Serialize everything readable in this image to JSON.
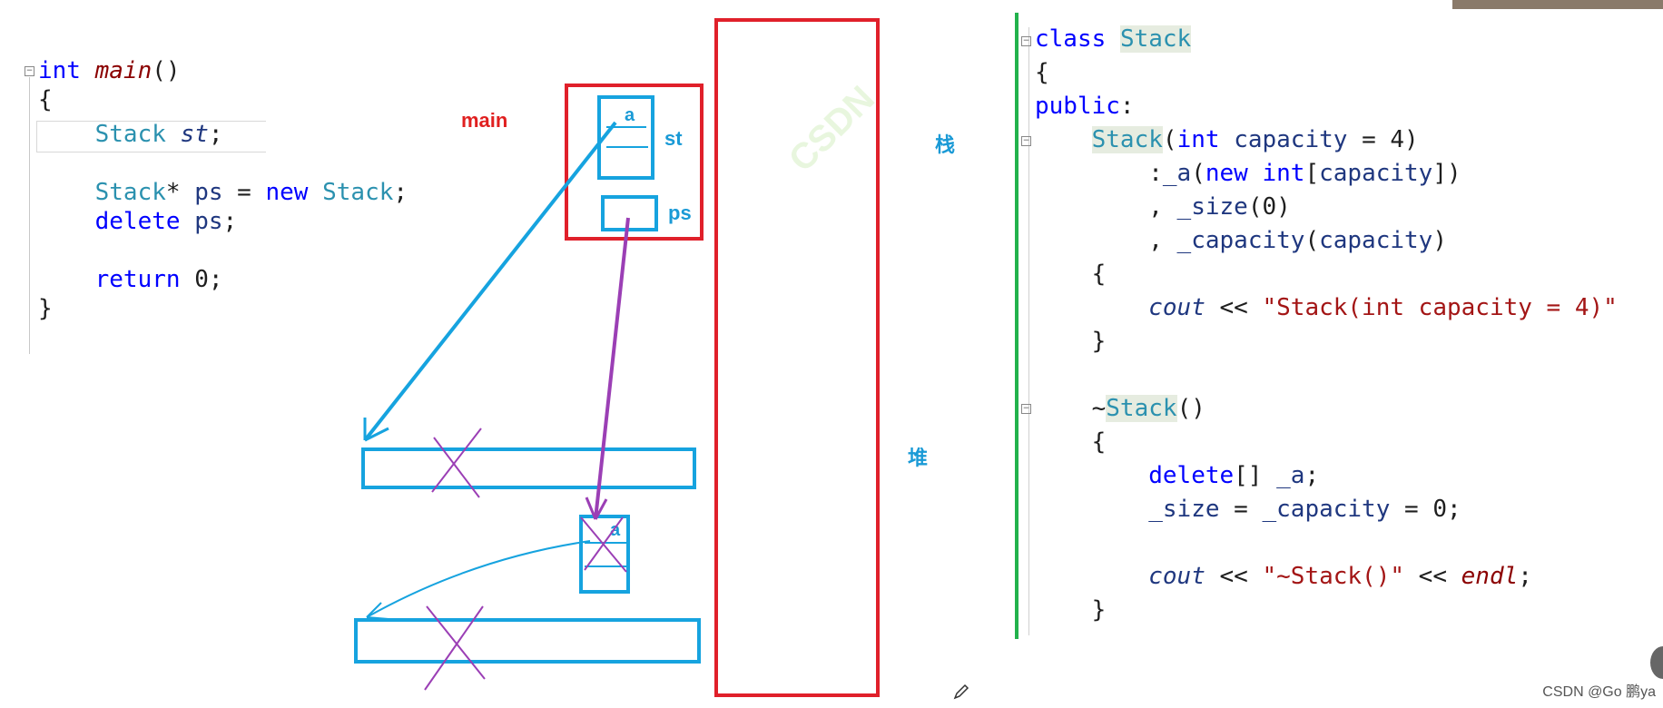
{
  "left_code": {
    "lines": [
      {
        "tokens": [
          {
            "t": "int",
            "c": "kw"
          },
          {
            "t": " "
          },
          {
            "t": "main",
            "c": "mainfn"
          },
          {
            "t": "()"
          }
        ]
      },
      {
        "tokens": [
          {
            "t": "{"
          }
        ]
      },
      {
        "tokens": [
          {
            "t": "    "
          },
          {
            "t": "Stack",
            "c": "ty"
          },
          {
            "t": " "
          },
          {
            "t": "st",
            "c": "id it"
          },
          {
            "t": ";"
          }
        ]
      },
      {
        "tokens": []
      },
      {
        "tokens": [
          {
            "t": "    "
          },
          {
            "t": "Stack",
            "c": "ty"
          },
          {
            "t": "* "
          },
          {
            "t": "ps",
            "c": "id"
          },
          {
            "t": " = "
          },
          {
            "t": "new",
            "c": "kw"
          },
          {
            "t": " "
          },
          {
            "t": "Stack",
            "c": "ty"
          },
          {
            "t": ";"
          }
        ]
      },
      {
        "tokens": [
          {
            "t": "    "
          },
          {
            "t": "delete",
            "c": "kw"
          },
          {
            "t": " "
          },
          {
            "t": "ps",
            "c": "id"
          },
          {
            "t": ";"
          }
        ]
      },
      {
        "tokens": []
      },
      {
        "tokens": [
          {
            "t": "    "
          },
          {
            "t": "return",
            "c": "kw"
          },
          {
            "t": " 0;"
          }
        ]
      },
      {
        "tokens": [
          {
            "t": "}"
          }
        ]
      }
    ]
  },
  "right_code": {
    "lines": [
      {
        "tokens": [
          {
            "t": "class",
            "c": "kw"
          },
          {
            "t": " "
          },
          {
            "t": "Stack",
            "c": "typehl"
          }
        ]
      },
      {
        "tokens": [
          {
            "t": "{"
          }
        ]
      },
      {
        "tokens": [
          {
            "t": "public",
            "c": "kw"
          },
          {
            "t": ":"
          }
        ]
      },
      {
        "tokens": [
          {
            "t": "    "
          },
          {
            "t": "Stack",
            "c": "typehl"
          },
          {
            "t": "("
          },
          {
            "t": "int",
            "c": "kw"
          },
          {
            "t": " "
          },
          {
            "t": "capacity",
            "c": "id"
          },
          {
            "t": " = 4)"
          }
        ]
      },
      {
        "tokens": [
          {
            "t": "        :"
          },
          {
            "t": "_a",
            "c": "id"
          },
          {
            "t": "("
          },
          {
            "t": "new",
            "c": "kw"
          },
          {
            "t": " "
          },
          {
            "t": "int",
            "c": "kw"
          },
          {
            "t": "["
          },
          {
            "t": "capacity",
            "c": "id"
          },
          {
            "t": "])"
          }
        ]
      },
      {
        "tokens": [
          {
            "t": "        , "
          },
          {
            "t": "_size",
            "c": "id"
          },
          {
            "t": "(0)"
          }
        ]
      },
      {
        "tokens": [
          {
            "t": "        , "
          },
          {
            "t": "_capacity",
            "c": "id"
          },
          {
            "t": "("
          },
          {
            "t": "capacity",
            "c": "id"
          },
          {
            "t": ")"
          }
        ]
      },
      {
        "tokens": [
          {
            "t": "    {"
          }
        ]
      },
      {
        "tokens": [
          {
            "t": "        "
          },
          {
            "t": "cout",
            "c": "id it"
          },
          {
            "t": " << "
          },
          {
            "t": "\"Stack(int capacity = 4)\"",
            "c": "str"
          }
        ]
      },
      {
        "tokens": [
          {
            "t": "    }"
          }
        ]
      },
      {
        "tokens": []
      },
      {
        "tokens": [
          {
            "t": "    ~"
          },
          {
            "t": "Stack",
            "c": "typehl"
          },
          {
            "t": "()"
          }
        ]
      },
      {
        "tokens": [
          {
            "t": "    {"
          }
        ]
      },
      {
        "tokens": [
          {
            "t": "        "
          },
          {
            "t": "delete",
            "c": "kw"
          },
          {
            "t": "[] "
          },
          {
            "t": "_a",
            "c": "id"
          },
          {
            "t": ";"
          }
        ]
      },
      {
        "tokens": [
          {
            "t": "        "
          },
          {
            "t": "_size",
            "c": "id"
          },
          {
            "t": " = "
          },
          {
            "t": "_capacity",
            "c": "id"
          },
          {
            "t": " = 0;"
          }
        ]
      },
      {
        "tokens": []
      },
      {
        "tokens": [
          {
            "t": "        "
          },
          {
            "t": "cout",
            "c": "id it"
          },
          {
            "t": " << "
          },
          {
            "t": "\"~Stack()\"",
            "c": "str"
          },
          {
            "t": " << "
          },
          {
            "t": "endl",
            "c": "mainfn"
          },
          {
            "t": ";"
          }
        ]
      },
      {
        "tokens": [
          {
            "t": "    }"
          }
        ]
      }
    ]
  },
  "diagram": {
    "frame_label": "main",
    "st_label": "st",
    "ps_label": "ps",
    "a_label": "a",
    "heap_a_label": "a",
    "stack_label": "栈",
    "heap_label": "堆"
  },
  "colors": {
    "red": "#e0202a",
    "blue": "#16a3df",
    "purple": "#9b3fb5",
    "green": "#22b24c"
  },
  "watermark": "CSDN @Go 鹏ya"
}
